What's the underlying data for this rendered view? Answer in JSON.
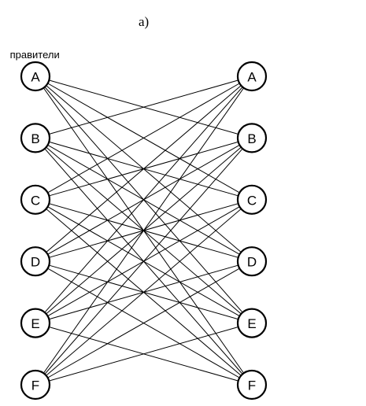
{
  "caption": "a)",
  "left_label": " правители",
  "left_nodes": [
    "A",
    "B",
    "C",
    "D",
    "E",
    "F"
  ],
  "right_nodes": [
    "A",
    "B",
    "C",
    "D",
    "E",
    "F"
  ],
  "edges": [
    [
      "A",
      "B"
    ],
    [
      "A",
      "C"
    ],
    [
      "A",
      "D"
    ],
    [
      "A",
      "E"
    ],
    [
      "A",
      "F"
    ],
    [
      "B",
      "A"
    ],
    [
      "B",
      "C"
    ],
    [
      "B",
      "D"
    ],
    [
      "B",
      "E"
    ],
    [
      "B",
      "F"
    ],
    [
      "C",
      "A"
    ],
    [
      "C",
      "B"
    ],
    [
      "C",
      "D"
    ],
    [
      "C",
      "E"
    ],
    [
      "C",
      "F"
    ],
    [
      "D",
      "A"
    ],
    [
      "D",
      "B"
    ],
    [
      "D",
      "C"
    ],
    [
      "D",
      "E"
    ],
    [
      "D",
      "F"
    ],
    [
      "E",
      "A"
    ],
    [
      "E",
      "B"
    ],
    [
      "E",
      "C"
    ],
    [
      "E",
      "D"
    ],
    [
      "E",
      "F"
    ],
    [
      "F",
      "A"
    ],
    [
      "F",
      "B"
    ],
    [
      "F",
      "C"
    ],
    [
      "F",
      "D"
    ],
    [
      "F",
      "E"
    ]
  ],
  "colors": {
    "stroke": "#000000",
    "node_fill": "#ffffff"
  }
}
